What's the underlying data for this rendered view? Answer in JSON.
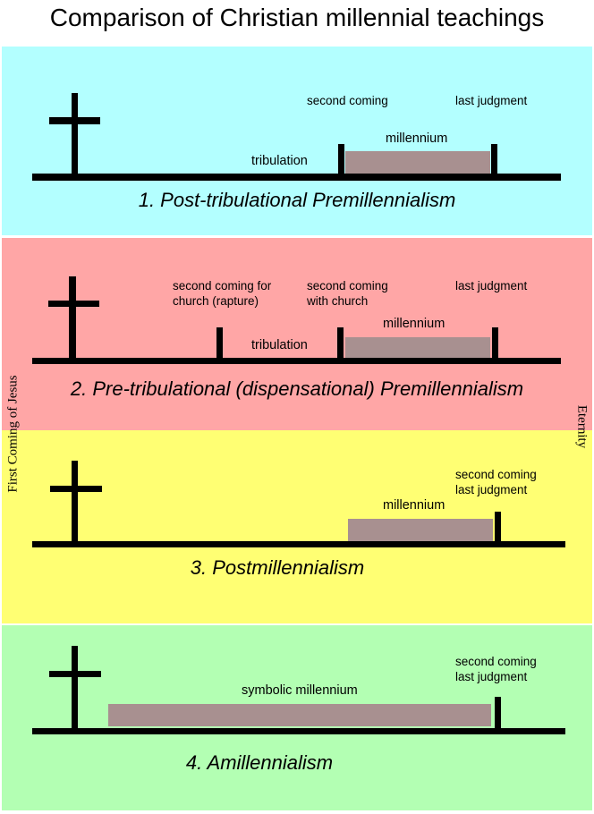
{
  "title": "Comparison of Christian millennial teachings",
  "colors": {
    "panel1": "#b3ffff",
    "panel2": "#ffa6a6",
    "panel3": "#ffff73",
    "panel4": "#b3ffb3",
    "millennium": "#a89090"
  },
  "side_labels": {
    "left": "First Coming of Jesus",
    "right": "Eternity"
  },
  "panels": [
    {
      "title": "1. Post-tribulational Premillennialism",
      "second_coming": "second coming",
      "last_judgment": "last judgment",
      "millennium": "millennium",
      "tribulation": "tribulation"
    },
    {
      "title": "2. Pre-tribulational (dispensational) Premillennialism",
      "rapture_1": "second coming for",
      "rapture_2": "church (rapture)",
      "with_church_1": "second coming",
      "with_church_2": "with church",
      "last_judgment": "last judgment",
      "millennium": "millennium",
      "tribulation": "tribulation"
    },
    {
      "title": "3. Postmillennialism",
      "second_coming": "second coming",
      "last_judgment": "last judgment",
      "millennium": "millennium"
    },
    {
      "title": "4. Amillennialism",
      "second_coming": "second coming",
      "last_judgment": "last judgment",
      "millennium": "symbolic millennium"
    }
  ]
}
